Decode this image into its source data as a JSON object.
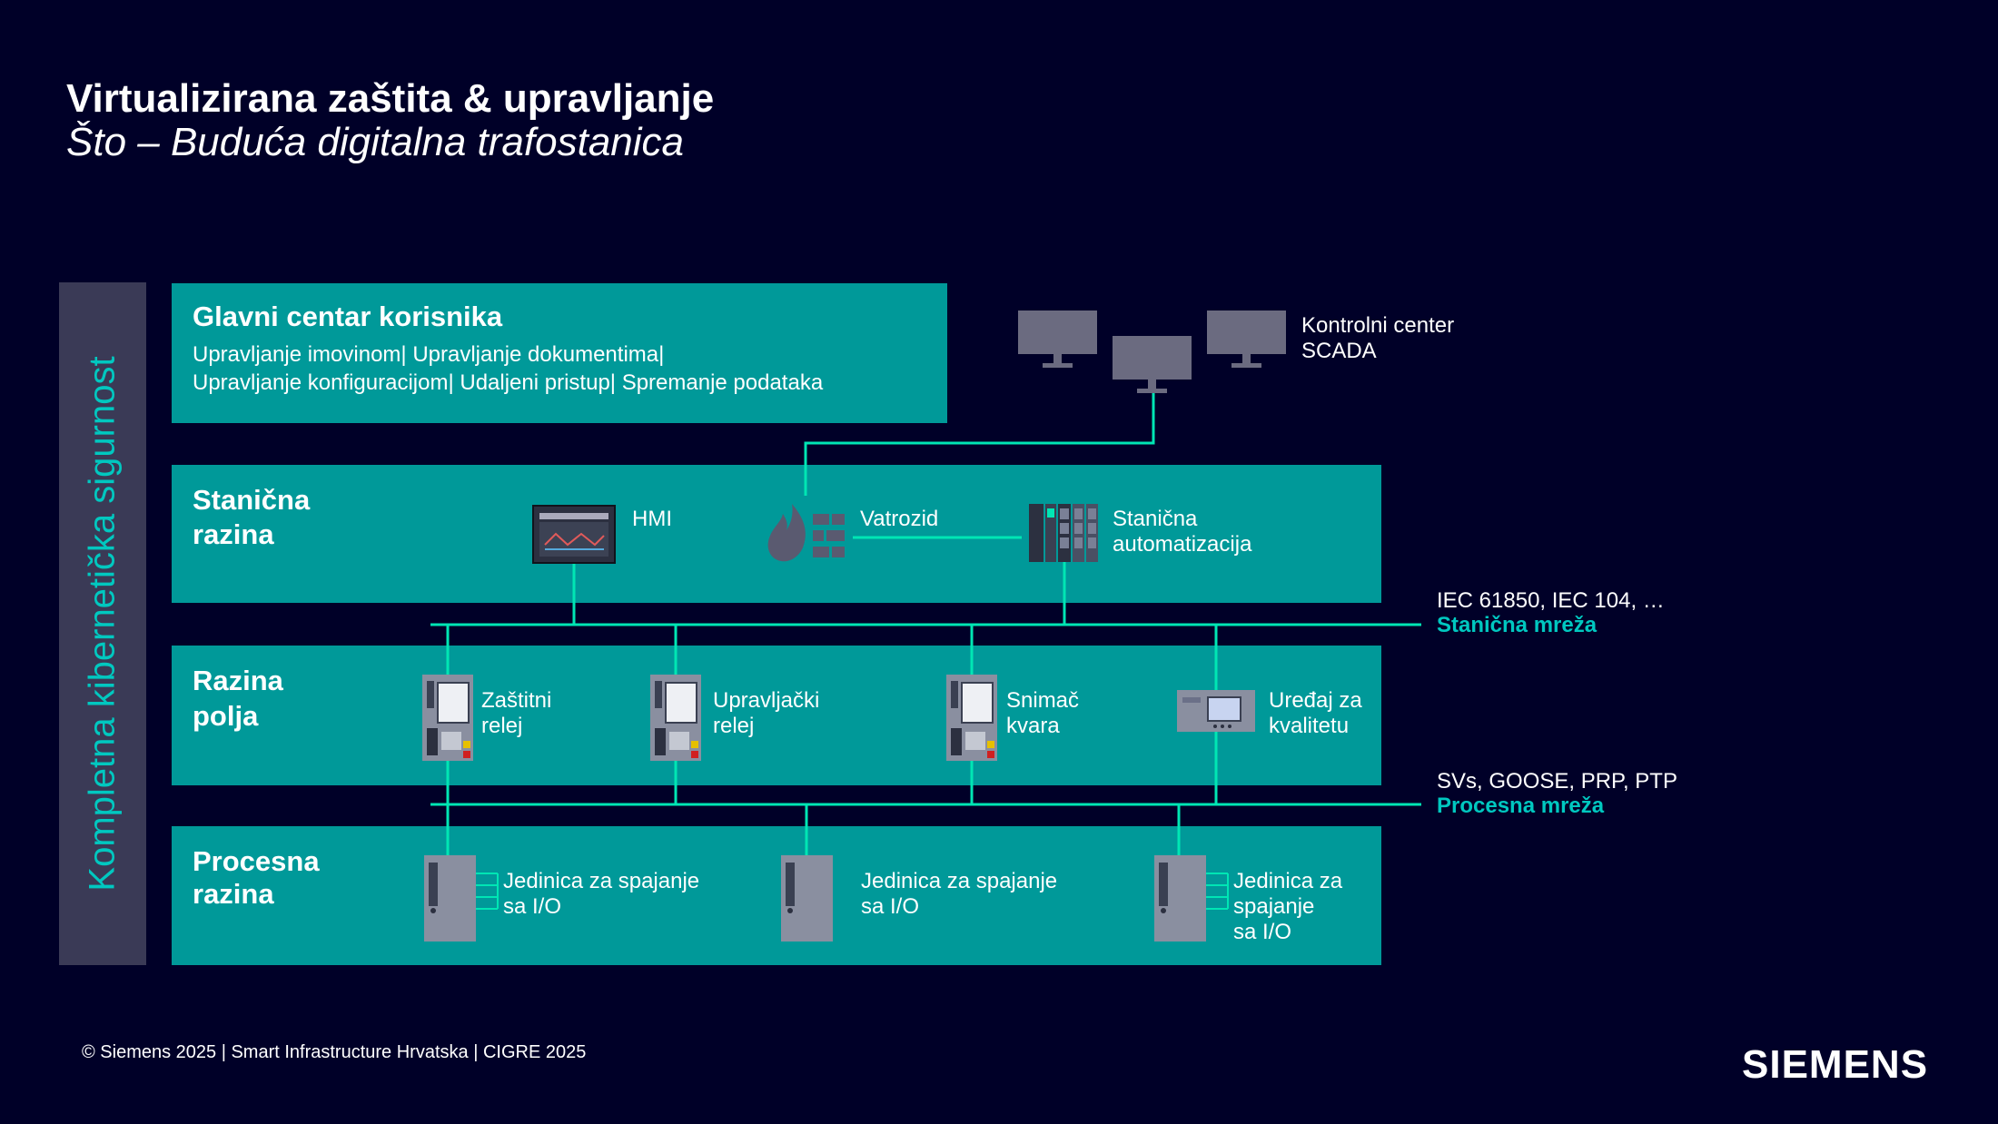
{
  "header": {
    "title": "Virtualizirana zaštita & upravljanje",
    "subtitle": "Što – Buduća digitalna trafostanica"
  },
  "sidebar": {
    "label": "Kompletna kibernetička sigurnost"
  },
  "main_center": {
    "title": "Glavni centar korisnika",
    "line1": "Upravljanje imovinom| Upravljanje dokumentima|",
    "line2": "Upravljanje konfiguracijom| Udaljeni pristup| Spremanje podataka"
  },
  "control_center": {
    "line1": "Kontrolni center",
    "line2": "SCADA"
  },
  "station_level": {
    "title_line1": "Stanična",
    "title_line2": "razina",
    "hmi": "HMI",
    "firewall": "Vatrozid",
    "automation_line1": "Stanična",
    "automation_line2": "automatizacija"
  },
  "station_network": {
    "protocols": "IEC 61850, IEC 104, …",
    "name": "Stanična mreža"
  },
  "bay_level": {
    "title_line1": "Razina",
    "title_line2": "polja",
    "devices": [
      {
        "line1": "Zaštitni",
        "line2": "relej"
      },
      {
        "line1": "Upravljački",
        "line2": "relej"
      },
      {
        "line1": "Snimač",
        "line2": "kvara"
      },
      {
        "line1": "Uređaj za",
        "line2": "kvalitetu"
      }
    ]
  },
  "process_network": {
    "protocols": "SVs, GOOSE, PRP, PTP",
    "name": "Procesna mreža"
  },
  "process_level": {
    "title_line1": "Procesna",
    "title_line2": "razina",
    "units": [
      {
        "line1": "Jedinica za spajanje",
        "line2": "sa I/O"
      },
      {
        "line1": "Jedinica za spajanje",
        "line2": "sa I/O"
      },
      {
        "line1": "Jedinica za",
        "line2": "spajanje",
        "line3": "sa I/O"
      }
    ]
  },
  "footer": {
    "copyright": "© Siemens 2025 | Smart Infrastructure Hrvatska | CIGRE 2025"
  },
  "brand": {
    "logo": "SIEMENS"
  },
  "colors": {
    "background": "#000028",
    "panel": "#009999",
    "accent": "#00c8c0",
    "line": "#00e6b4",
    "sidebar": "#3a3a56"
  }
}
